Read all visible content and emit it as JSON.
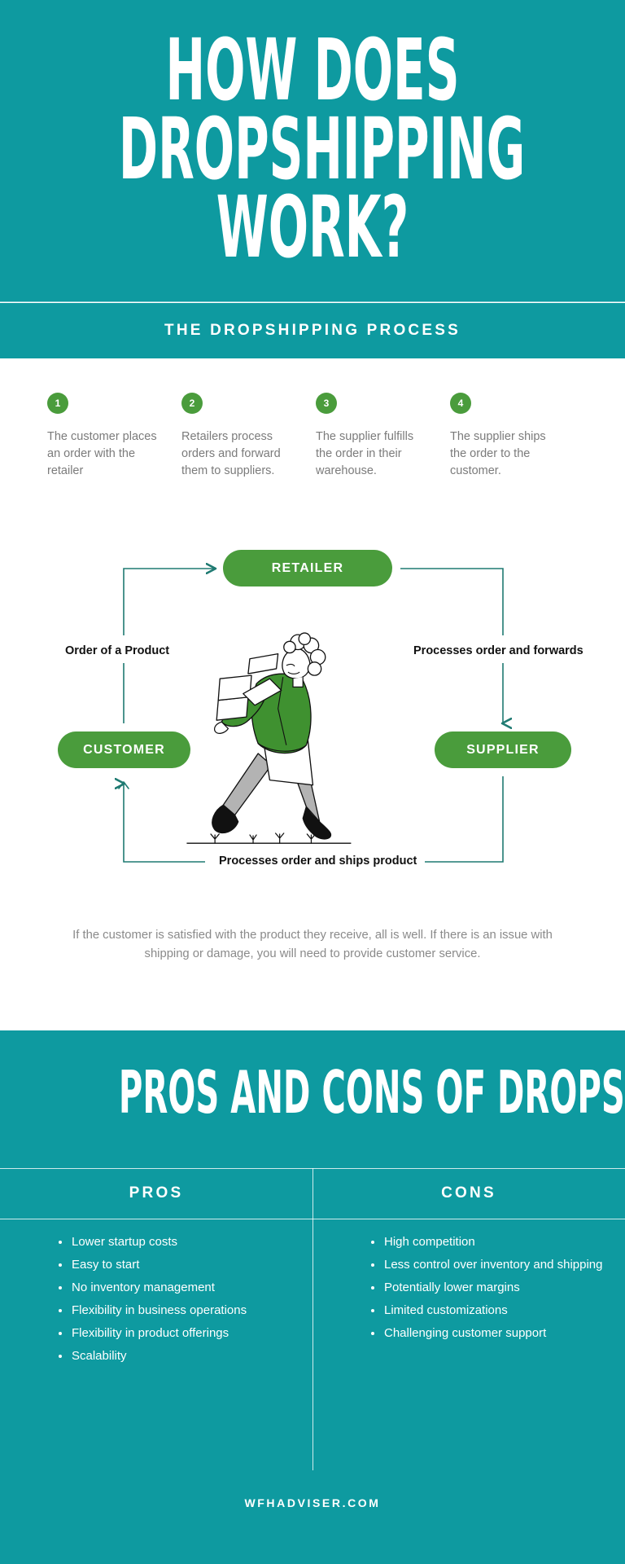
{
  "colors": {
    "teal": "#0e9aa0",
    "green": "#4a9c3c",
    "line_teal": "#1f7a72",
    "body_gray": "#7b7b7b",
    "white": "#ffffff"
  },
  "hero": {
    "title": "HOW DOES\nDROPSHIPPING WORK?"
  },
  "process_bar": {
    "label": "THE DROPSHIPPING PROCESS"
  },
  "steps": [
    {
      "number": "1",
      "text": "The customer places an order with the retailer"
    },
    {
      "number": "2",
      "text": "Retailers process orders and forward them to suppliers."
    },
    {
      "number": "3",
      "text": "The supplier fulfills the order in their warehouse."
    },
    {
      "number": "4",
      "text": "The supplier ships the order to the customer."
    }
  ],
  "flow": {
    "nodes": {
      "retailer": "RETAILER",
      "customer": "CUSTOMER",
      "supplier": "SUPPLIER"
    },
    "labels": {
      "order": "Order of a Product",
      "forward": "Processes order and forwards",
      "ships": "Processes order and ships product"
    },
    "illustration": "delivery-person-carrying-boxes"
  },
  "closing_note": "If the customer is satisfied with the product they receive, all is well. If there is an issue with shipping or damage, you will need to provide customer service.",
  "pros_cons": {
    "title": "PROS AND CONS OF DROPSHIPPING",
    "pros_header": "PROS",
    "cons_header": "CONS",
    "pros": [
      "Lower startup costs",
      "Easy to start",
      "No inventory management",
      "Flexibility in business operations",
      "Flexibility in product offerings",
      "Scalability"
    ],
    "cons": [
      "High competition",
      "Less control over inventory and shipping",
      "Potentially lower margins",
      "Limited customizations",
      "Challenging customer support"
    ]
  },
  "footer": {
    "site": "WFHADVISER.COM"
  }
}
